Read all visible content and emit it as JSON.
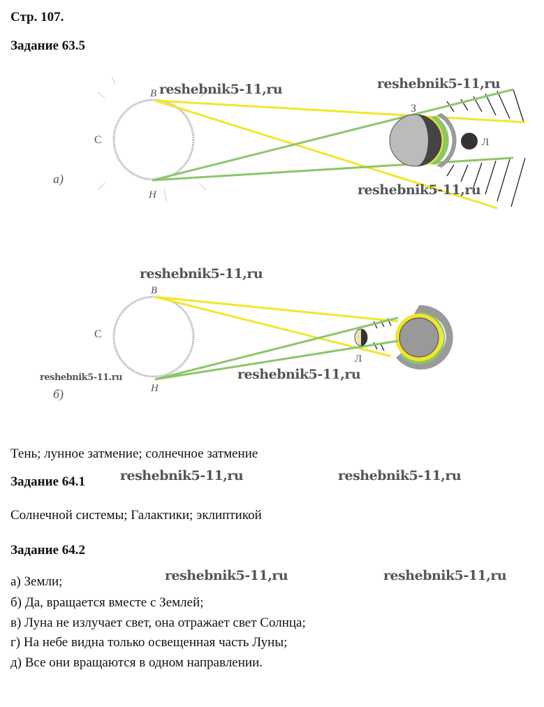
{
  "page_label": "Стр. 107.",
  "tasks": [
    {
      "title": "Задание 63.5"
    },
    {
      "title": "Задание 64.1",
      "answer": "Солнечной системы; Галактики; эклиптикой"
    },
    {
      "title": "Задание 64.2",
      "lines": [
        "а) Земли;",
        "б) Да, вращается вместе с Землей;",
        "в) Луна не излучает свет, она отражает свет Солнца;",
        "г) На небе видна только освещенная часть Луны;",
        "д) Все они вращаются в одном направлении."
      ]
    }
  ],
  "answer_63_5": "Тень; лунное затмение; солнечное затмение",
  "diagram_a": {
    "label": "а)",
    "sun": "С",
    "top": "B",
    "bottom": "Н",
    "earth": "З",
    "moon": "Л"
  },
  "diagram_b": {
    "label": "б)",
    "sun": "С",
    "top": "B",
    "bottom": "Н",
    "moon": "Л"
  },
  "watermark": "reshebnik5-11.ru",
  "watermark_alt": "reshebnik5-11,ru",
  "colors": {
    "yellow": "#f2e62a",
    "green": "#8cc56a",
    "gray": "#9a9a9a"
  }
}
